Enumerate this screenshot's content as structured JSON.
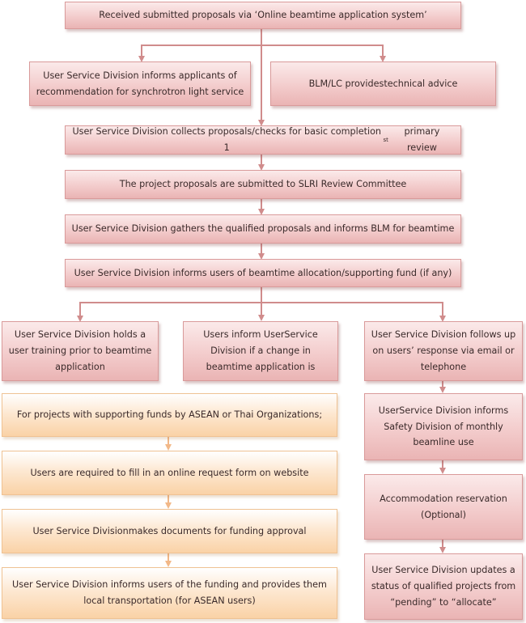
{
  "boxes": {
    "received": "Received submitted proposals via ‘Online beamtime application system’",
    "informs_applicants": "User Service Division informs applicants of recommendation for synchrotron light service",
    "blm_advice": "BLM/LC providestechnical advice",
    "collects_main": "User Service Division collects proposals/checks for basic completion 1",
    "collects_sup": "st",
    "collects_tail": "primary review",
    "committee": "The project proposals are submitted to SLRI Review Committee",
    "gathers": "User Service Division gathers the qualified proposals and informs BLM for beamtime",
    "allocation": "User Service Division informs users of beamtime allocation/supporting fund (if any)",
    "training": "User Service Division holds a user training prior to beamtime application",
    "change": "Users inform UserService Division if a change in beamtime application is",
    "follows": "User Service Division follows up on users’ response via email or telephone",
    "supporting": "For projects with supporting funds by ASEAN or Thai Organizations;",
    "online_form": "Users are required to fill in an online request form on website",
    "documents": "User Service Divisionmakes documents for funding approval",
    "funding": "User Service Division informs users of the funding and provides them local transportation (for ASEAN users)",
    "safety": "UserService Division informs Safety Division of monthly beamline use",
    "accommodation": "Accommodation reservation (Optional)",
    "updates": "User Service Division updates a status of qualified projects from “pending” to “allocate”"
  },
  "colors": {
    "pink_fill": "#f3cccc",
    "pink_border": "#d99a9a",
    "pink_arrow": "#d08c8c",
    "orange_fill": "#fad2a6",
    "orange_arrow": "#f2b888",
    "text": "#3a2a2a"
  }
}
